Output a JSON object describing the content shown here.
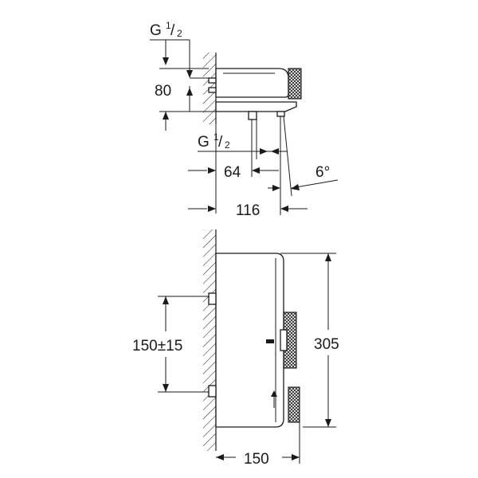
{
  "drawing": {
    "top_view": {
      "thread_top": {
        "letter": "G",
        "num": "1",
        "den": "2"
      },
      "height": "80",
      "thread_bottom": {
        "letter": "G",
        "num": "1",
        "den": "2"
      },
      "outlet_offset": "64",
      "angle": "6°",
      "depth": "116"
    },
    "front_view": {
      "inlet_spacing": "150±15",
      "total_height": "305",
      "width": "150"
    }
  }
}
